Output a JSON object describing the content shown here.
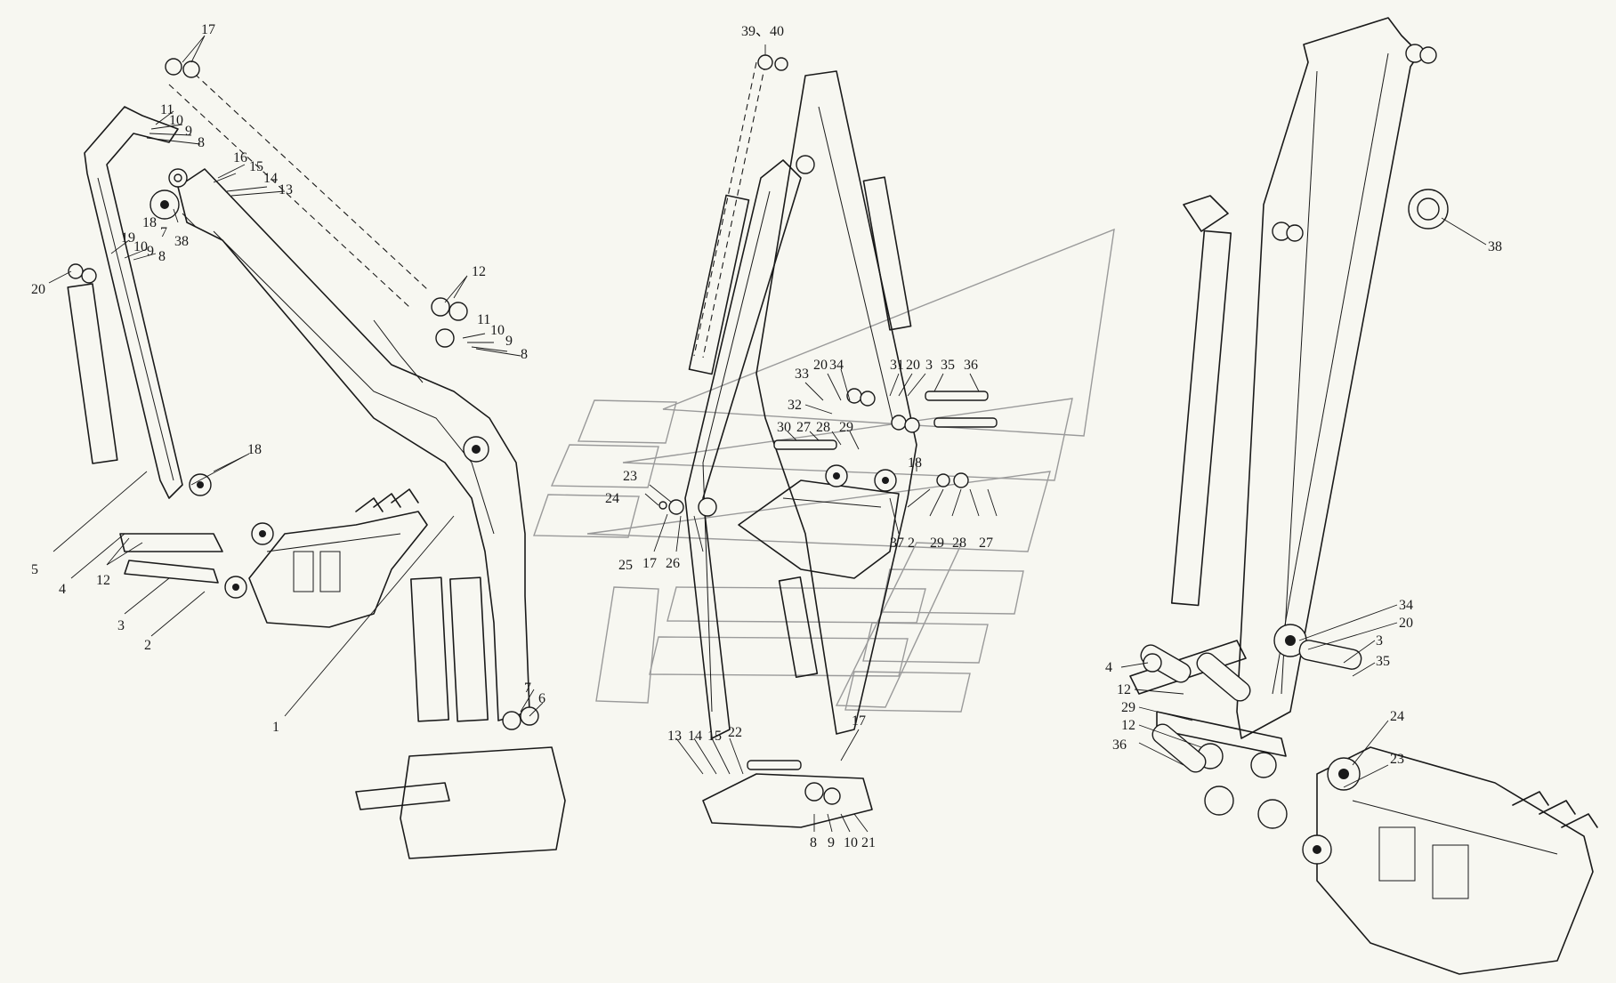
{
  "diagram": {
    "left_view_callouts": [
      "17",
      "11",
      "10",
      "9",
      "8",
      "16",
      "15",
      "14",
      "13",
      "18",
      "7",
      "38",
      "19",
      "10",
      "9",
      "8",
      "20",
      "12",
      "11",
      "10",
      "9",
      "8",
      "18",
      "5",
      "4",
      "12",
      "3",
      "2",
      "1",
      "7",
      "6"
    ],
    "middle_view_callouts": [
      "39、40",
      "33",
      "20",
      "34",
      "31",
      "20",
      "3",
      "35",
      "36",
      "32",
      "30",
      "27",
      "28",
      "29",
      "23",
      "24",
      "25",
      "17",
      "26",
      "18",
      "2",
      "29",
      "28",
      "27",
      "37",
      "13",
      "14",
      "15",
      "22",
      "17",
      "8",
      "9",
      "10",
      "21"
    ],
    "right_view_callouts": [
      "38",
      "4",
      "12",
      "29",
      "12",
      "36",
      "34",
      "20",
      "3",
      "35",
      "24",
      "23"
    ]
  }
}
